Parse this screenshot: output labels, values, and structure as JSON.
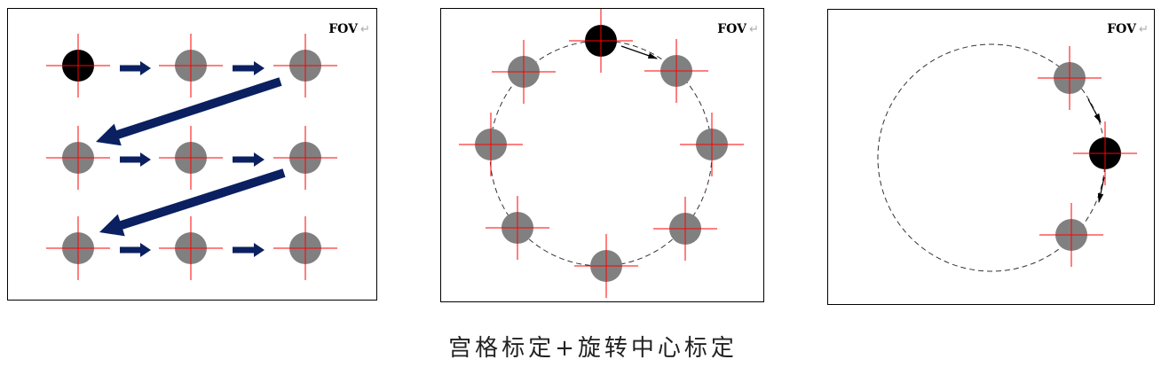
{
  "panels": [
    {
      "name": "grid-calibration",
      "fov_label": "FOV",
      "return_mark": "↵"
    },
    {
      "name": "circular-calibration",
      "fov_label": "FOV",
      "return_mark": "↵"
    },
    {
      "name": "rotation-center-calibration",
      "fov_label": "FOV",
      "return_mark": "↵"
    }
  ],
  "caption": "宫格标定+旋转中心标定",
  "colors": {
    "crosshair": "#ff0000",
    "point": "#808080",
    "active_point": "#000000",
    "arrow": "#0a2060",
    "frame": "#000000"
  }
}
